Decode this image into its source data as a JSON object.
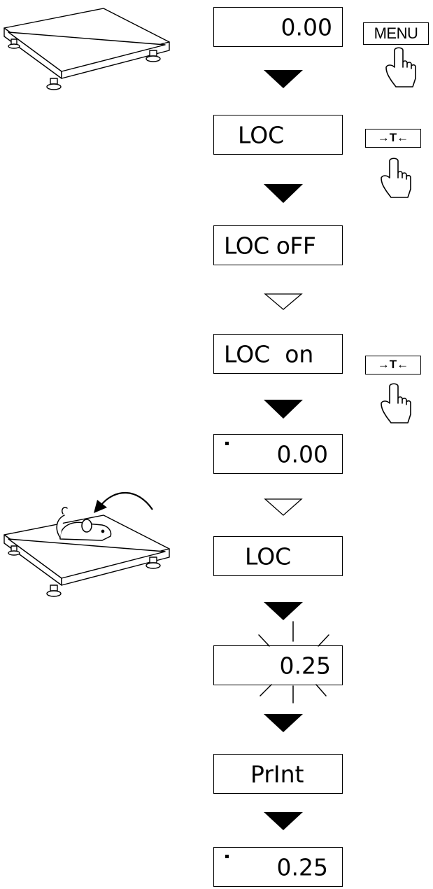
{
  "displays": [
    {
      "text": "0.00",
      "dot": false
    },
    {
      "text": "LOC",
      "dot": false
    },
    {
      "text": "LOC oFF",
      "dot": false
    },
    {
      "text": "LOC  on",
      "dot": false
    },
    {
      "text": "0.00",
      "dot": true
    },
    {
      "text": "LOC",
      "dot": false
    },
    {
      "text": "0.25",
      "dot": false
    },
    {
      "text": "PrInt",
      "dot": false
    },
    {
      "text": "0.25",
      "dot": true
    }
  ],
  "buttons": {
    "menu_label": "MENU",
    "tare_label": "→T←"
  },
  "arrows": [
    "solid",
    "solid",
    "outline",
    "solid",
    "outline",
    "solid",
    "solid",
    "solid"
  ],
  "colors": {
    "ink": "#000000",
    "background": "#ffffff"
  }
}
